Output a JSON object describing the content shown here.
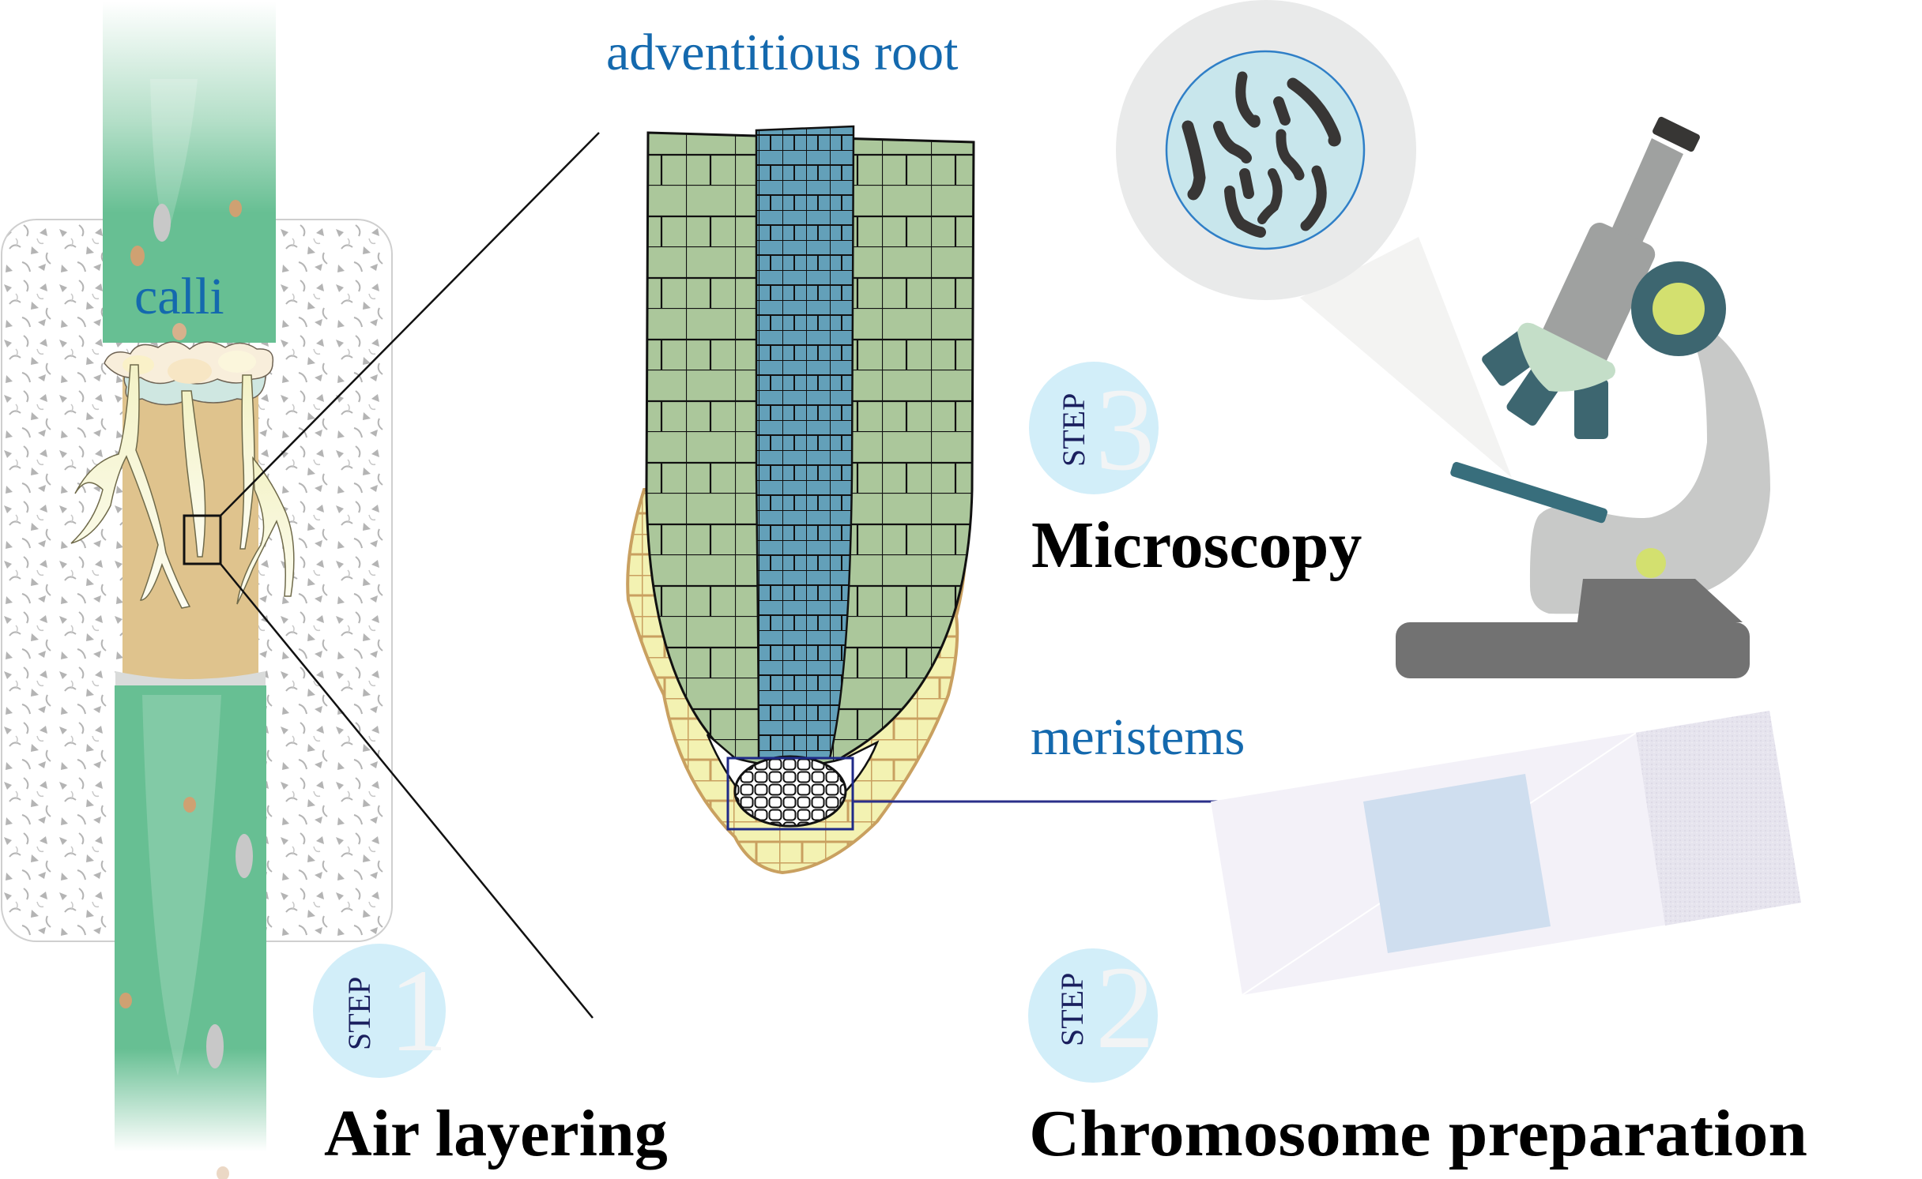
{
  "figure": {
    "title": "Air layering to chromosome preparation workflow",
    "labels": {
      "calli": "calli",
      "adventitious_root": "adventitious root",
      "meristems": "meristems"
    },
    "steps": [
      {
        "word": "STEP",
        "number": "1",
        "title": "Air layering"
      },
      {
        "word": "STEP",
        "number": "2",
        "title": "Chromosome preparation"
      },
      {
        "word": "STEP",
        "number": "3",
        "title": "Microscopy"
      }
    ],
    "colors": {
      "label_blue": "#1469ae",
      "step_circle": "#d2eef9",
      "step_word": "#1a1f5e",
      "stem_green": "#67bf93",
      "debarked_tan": "#dfc38d",
      "root_cortex_green": "#abc79b",
      "root_stele_blue": "#63a0b9",
      "root_cap_yellow": "#f3f2b2",
      "root_cap_border": "#c9a060",
      "microscope_teal": "#3d6670",
      "microscope_gray": "#9fa1a0",
      "microscope_lime": "#d3e06f",
      "microscope_mint": "#c4dec8",
      "microscope_base": "#727272",
      "slide_fill": "#f3f1f8",
      "coverslip": "#cfdeef",
      "view_field": "#c8e6ec",
      "chromosome": "#383635",
      "highlight_box": "#1f2a88"
    }
  }
}
